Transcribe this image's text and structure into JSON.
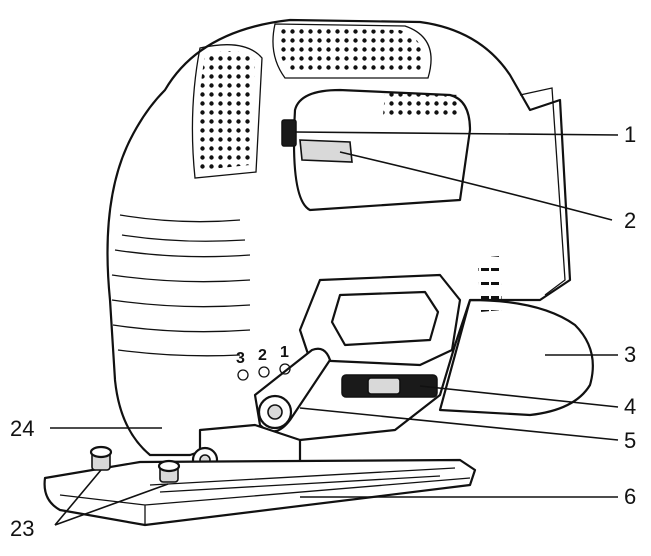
{
  "figure": {
    "callouts": [
      {
        "id": "c1",
        "label": "1"
      },
      {
        "id": "c2",
        "label": "2"
      },
      {
        "id": "c3",
        "label": "3"
      },
      {
        "id": "c4",
        "label": "4"
      },
      {
        "id": "c5",
        "label": "5"
      },
      {
        "id": "c6",
        "label": "6"
      },
      {
        "id": "c24",
        "label": "24"
      },
      {
        "id": "c23",
        "label": "23"
      }
    ],
    "pendulum_markings": [
      "3",
      "2",
      "1"
    ]
  }
}
